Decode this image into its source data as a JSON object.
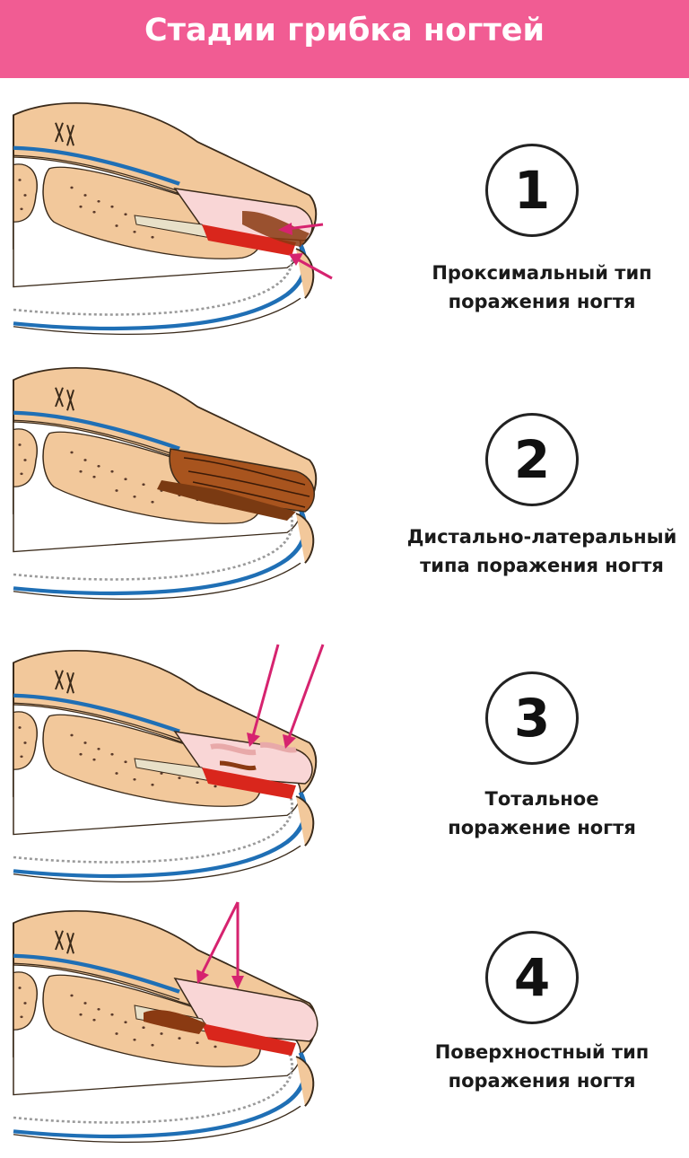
{
  "header": {
    "title": "Стадии грибка ногтей",
    "background": "#f15c93"
  },
  "stages": [
    {
      "number": "1",
      "line1": "Проксимальный тип",
      "line2": "поражения ногтя"
    },
    {
      "number": "2",
      "line1": "Дистально-латеральный",
      "line2": "типа поражения ногтя"
    },
    {
      "number": "3",
      "line1": "Тотальное",
      "line2": "поражение ногтя"
    },
    {
      "number": "4",
      "line1": "Поверхностный тип",
      "line2": "поражения ногтя"
    }
  ],
  "colors": {
    "skin": "#f2c89b",
    "outline": "#3a2a1a",
    "blue_layer": "#1f6fb5",
    "nail": "#f9d6d6",
    "nail_bed": "#d9261c",
    "fungus": "#8a3a12",
    "arrow": "#d6236f"
  }
}
